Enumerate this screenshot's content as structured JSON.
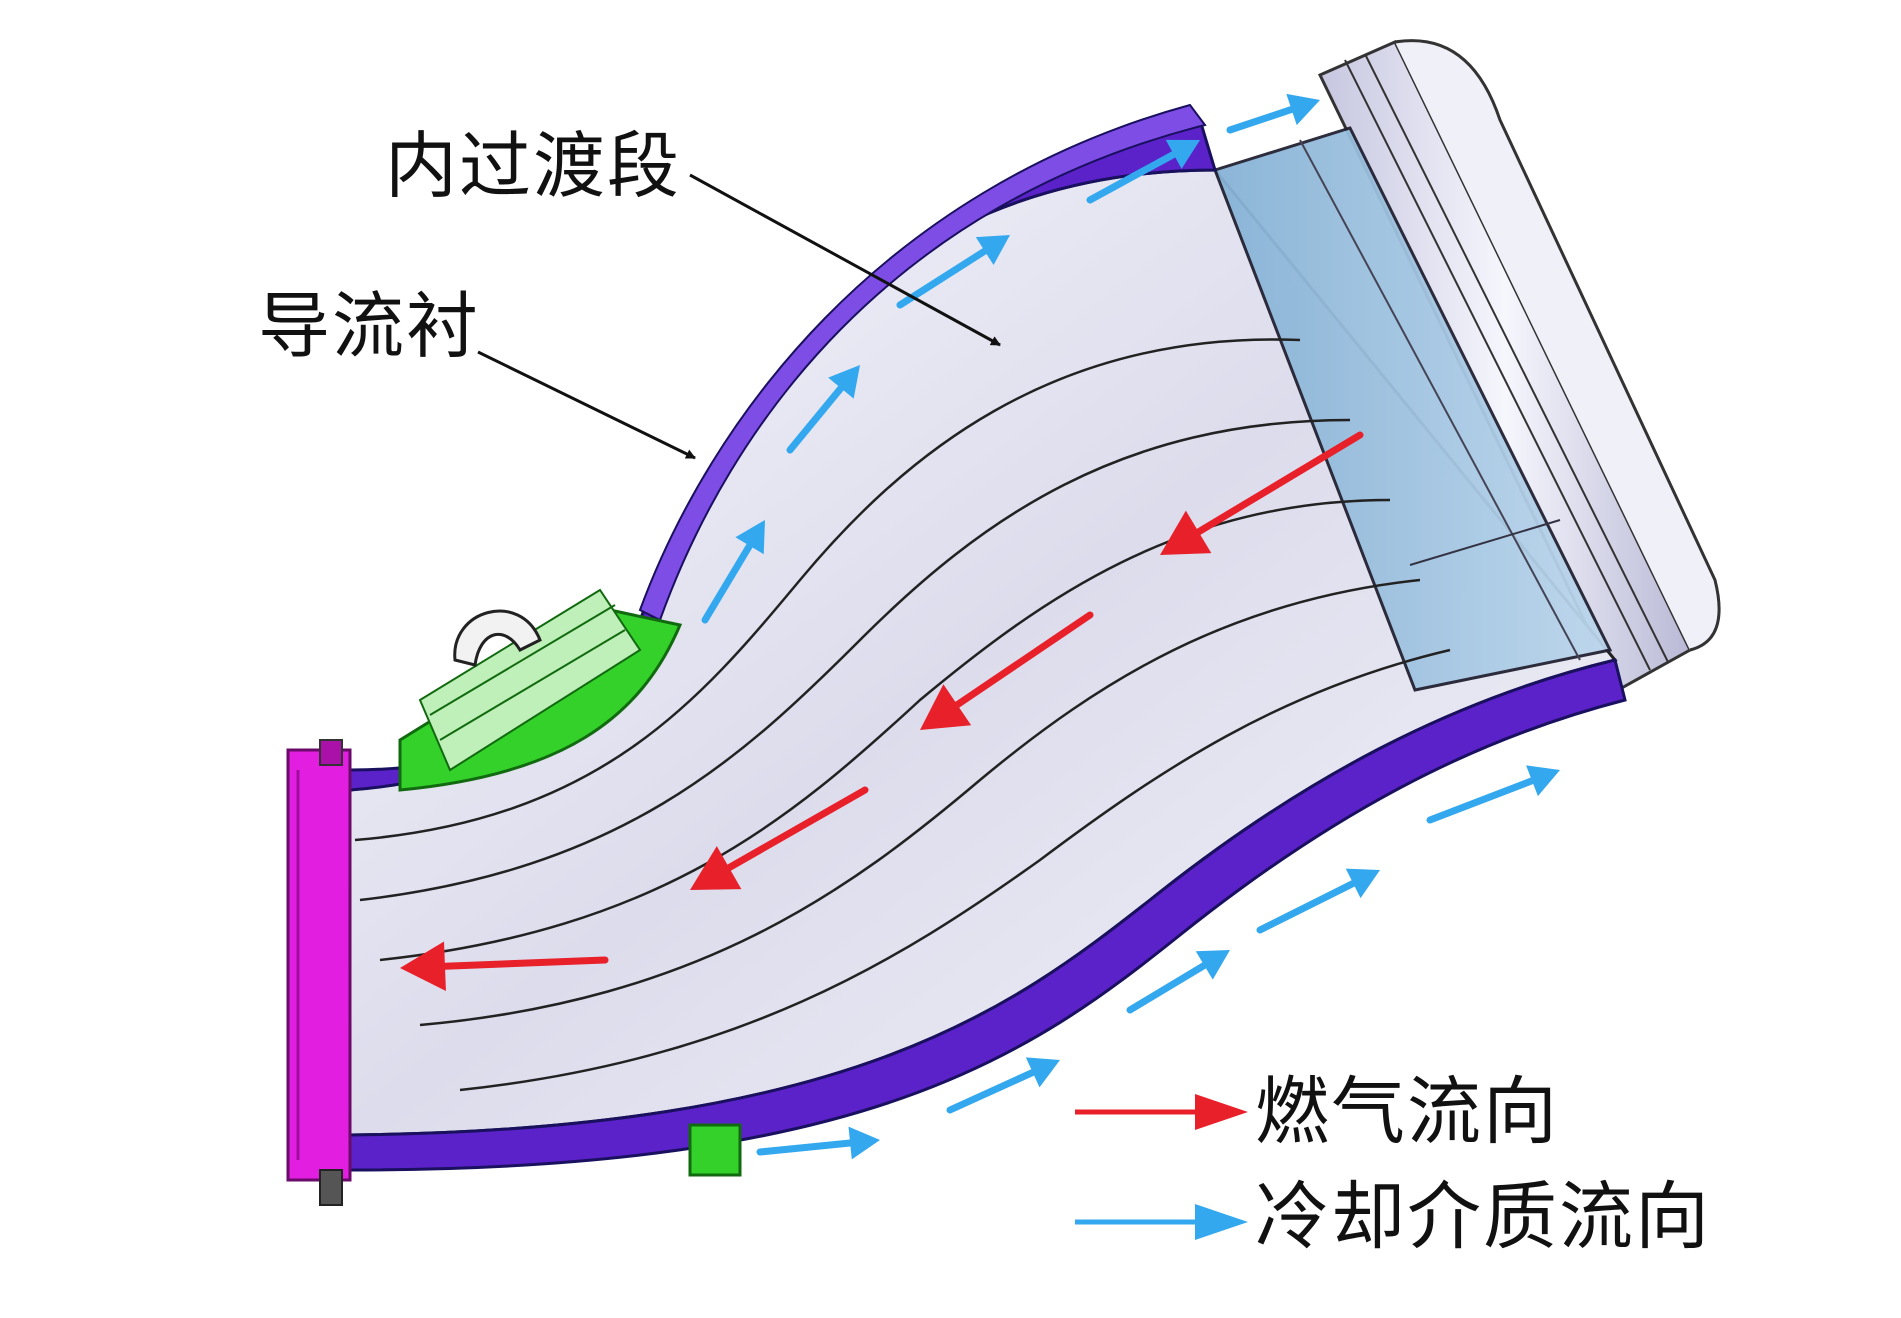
{
  "labels": {
    "inner_transition": "内过渡段",
    "flow_liner": "导流衬"
  },
  "legend": {
    "gas_flow": "燃气流向",
    "coolant_flow": "冷却介质流向"
  },
  "colors": {
    "gas_arrow": "#e8202a",
    "coolant_arrow": "#33a8ee",
    "liner": "#5a22c8",
    "inlet_flange": "#e21ee0",
    "mount": "#33d12a",
    "duct_body": "#e9e9f4",
    "exit_ring": "#9cc0dd"
  }
}
